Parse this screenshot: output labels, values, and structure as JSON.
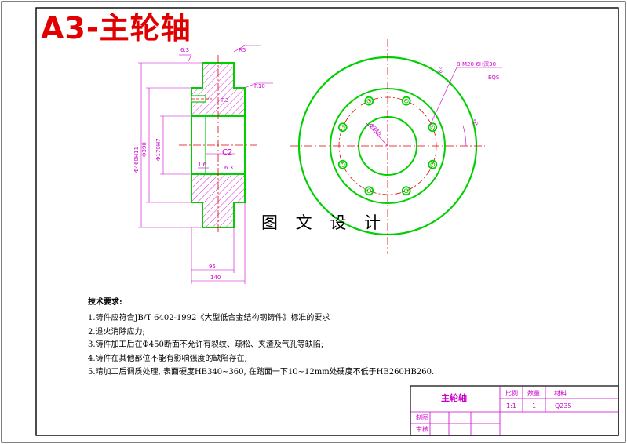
{
  "title": "A3-主轮轴",
  "watermark": "图 文 设 计",
  "colors": {
    "outline": "#00d000",
    "centerline": "#e00000",
    "dimension": "#cc00cc",
    "hatch": "#cc00cc",
    "title": "#e00000",
    "border": "#000000"
  },
  "dimensions": {
    "d_outer": "Φ460H11",
    "d_bolt_circle": "Φ390",
    "d_bore": "Φ170H7",
    "w_hub": "95",
    "w_total": "140",
    "chamfer": "C2",
    "r_top": "R5",
    "r_side": "R10",
    "r_inner": "R3",
    "rough_1": "6.3",
    "rough_2": "1.6",
    "rough_3": "6.3",
    "holes": "8-M20-6H深30",
    "eqs": "EQS",
    "pcd": "Φ340",
    "angle_1": "6°",
    "angle_2": "2°"
  },
  "requirements": {
    "heading": "技术要求:",
    "items": [
      "1.铸件应符合JB/T 6402-1992《大型低合金结构钢铸件》标准的要求",
      "2.退火消除应力;",
      "3.铸件加工后在Φ450断面不允许有裂纹、疏松、夹渣及气孔等缺陷;",
      "4.铸件在其他部位不能有影响强度的缺陷存在;",
      "5.精加工后调质处理, 表面硬度HB340~360, 在踏面一下10~12mm处硬度不低于HB260HB260."
    ]
  },
  "title_block": {
    "part_name": "主轮轴",
    "scale_label": "比例",
    "qty_label": "数量",
    "material_label": "材料",
    "scale": "1:1",
    "qty": "1",
    "material": "Q235",
    "drawn_by": "制图",
    "checked_by": "审核"
  }
}
